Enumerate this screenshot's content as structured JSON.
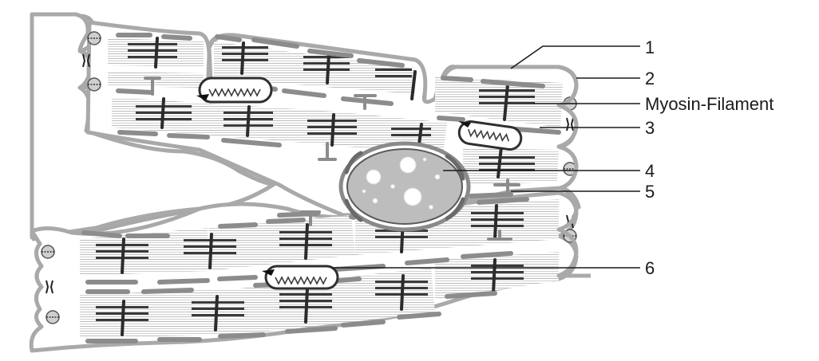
{
  "diagram": {
    "type": "cardiac muscle tissue (schematic)",
    "callouts": [
      {
        "id": "c1",
        "text": "1"
      },
      {
        "id": "c2",
        "text": "2"
      },
      {
        "id": "myosin",
        "text": "Myosin-Filament"
      },
      {
        "id": "c3",
        "text": "3"
      },
      {
        "id": "c4",
        "text": "4"
      },
      {
        "id": "c5",
        "text": "5"
      },
      {
        "id": "c6",
        "text": "6"
      }
    ]
  }
}
